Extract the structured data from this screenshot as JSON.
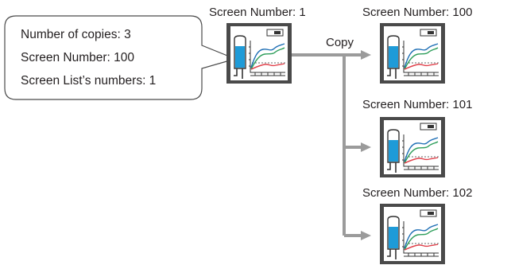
{
  "callout": {
    "lines": [
      "Number of copies: 3",
      "Screen Number: 100",
      "Screen List’s numbers: 1"
    ]
  },
  "source_screen": {
    "label": "Screen Number: 1"
  },
  "copy_label": "Copy",
  "copies": [
    {
      "label": "Screen Number: 100"
    },
    {
      "label": "Screen Number: 101"
    },
    {
      "label": "Screen Number: 102"
    }
  ],
  "colors": {
    "frame": "#4a4a4a",
    "screen_bg": "#ffffff",
    "tank_water": "#1e9bd8",
    "arrow": "#9b9b9b",
    "trend_blue": "#1f6fb5",
    "trend_green": "#2e9e5b",
    "trend_red": "#e0404a"
  },
  "icons": {
    "screen_thumbnail": "monitor-tank-trend-icon",
    "arrow": "arrow-right-icon"
  }
}
